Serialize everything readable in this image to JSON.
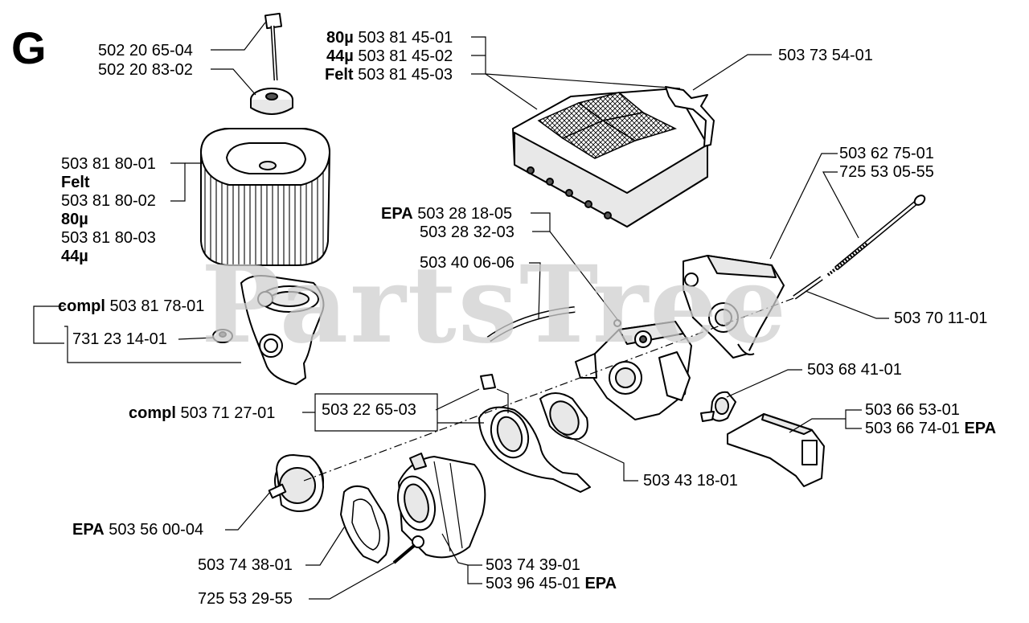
{
  "section_letter": "G",
  "watermark": "PartsTree",
  "labels": {
    "screw_1": "502 20 65-04",
    "screw_2": "502 20 83-02",
    "filter_cover_80_prefix": "80µ",
    "filter_cover_80_part": "503 81 45-01",
    "filter_cover_44_prefix": "44µ",
    "filter_cover_44_part": "503 81 45-02",
    "filter_cover_felt_prefix": "Felt",
    "filter_cover_felt_part": "503 81 45-03",
    "bracket": "503 73 54-01",
    "filter_1": "503 81 80-01",
    "filter_felt": "Felt",
    "filter_2": "503 81 80-02",
    "filter_80": "80µ",
    "filter_3": "503 81 80-03",
    "filter_44": "44µ",
    "screw_long_1": "503 62 75-01",
    "screw_long_2": "725 53 05-55",
    "carb_epa_prefix": "EPA",
    "carb_epa_part": "503 28 18-05",
    "carb_part": "503 28 32-03",
    "hose": "503 40 06-06",
    "elbow_compl_prefix": "compl",
    "elbow_compl_part": "503 81 78-01",
    "nut": "731 23 14-01",
    "tube": "503 70 11-01",
    "choke": "503 68 41-01",
    "lever_1": "503 66 53-01",
    "lever_2_part": "503 66 74-01",
    "lever_2_suffix": "EPA",
    "flange_compl_prefix": "compl",
    "flange_compl_part": "503 71 27-01",
    "clip": "503 22 65-03",
    "seal_ring": "503 43 18-01",
    "clamp_epa_prefix": "EPA",
    "clamp_epa_part": "503 56 00-04",
    "gasket": "503 74 38-01",
    "intake_1": "503 74 39-01",
    "intake_2_part": "503 96 45-01",
    "intake_2_suffix": "EPA",
    "screw_short": "725 53 29-55"
  }
}
